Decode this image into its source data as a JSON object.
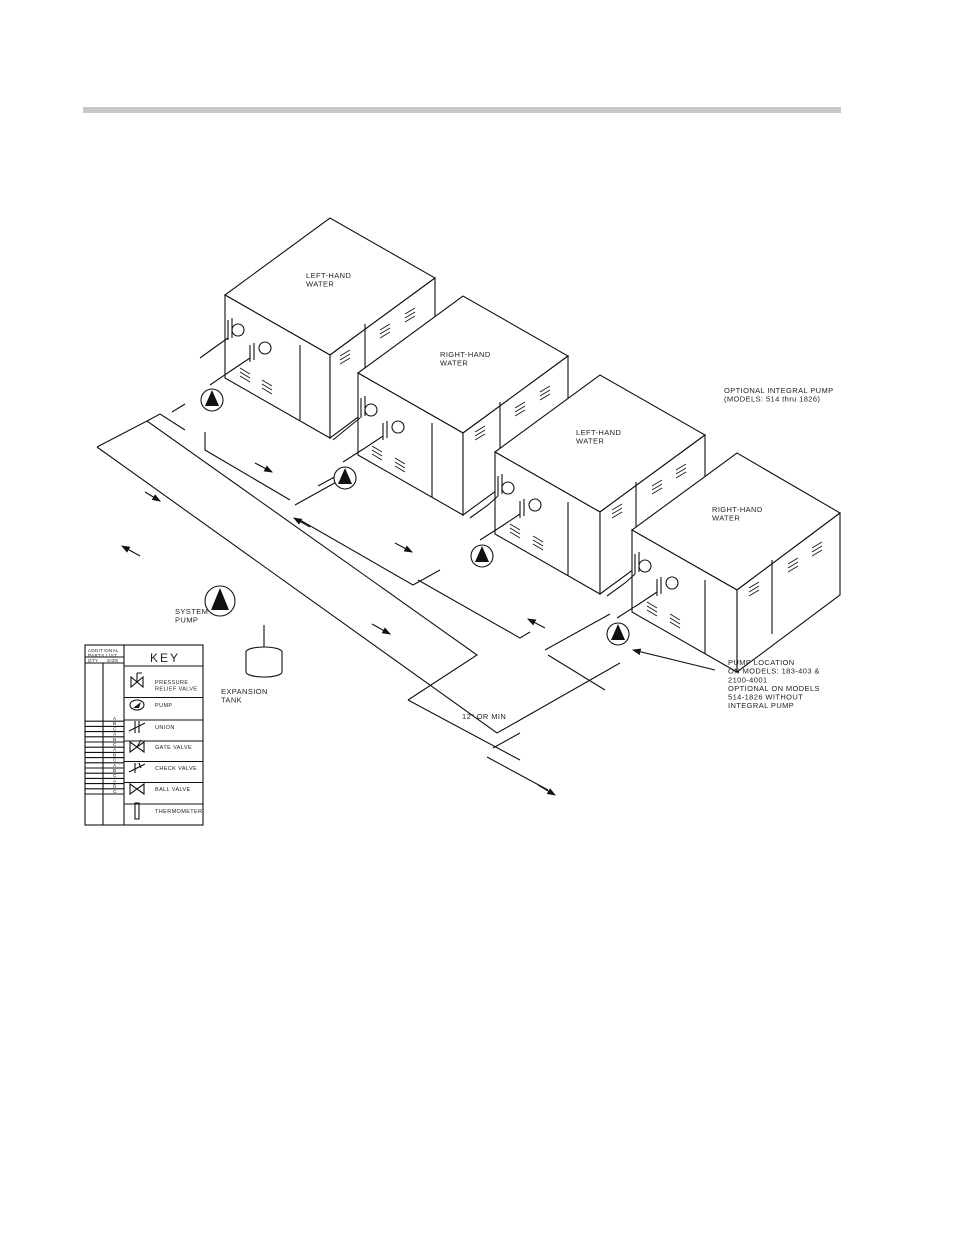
{
  "boilers": [
    {
      "label": "LEFT-HAND\nWATER"
    },
    {
      "label": "RIGHT-HAND\nWATER"
    },
    {
      "label": "LEFT-HAND\nWATER"
    },
    {
      "label": "RIGHT-HAND\nWATER"
    }
  ],
  "notes": {
    "integral_pump": "OPTIONAL INTEGRAL PUMP\n(MODELS: 514 thru 1826)",
    "system_pump": "SYSTEM\nPUMP",
    "expansion_tank": "EXPANSION\nTANK",
    "spacing": "12\" OR MIN",
    "pump_location": "PUMP LOCATION\nON MODELS: 183-403 &\n2100-4001\nOPTIONAL ON MODELS\n514-1826 WITHOUT\nINTEGRAL PUMP"
  },
  "key": {
    "parts_header": "ADDITIONAL\nPARTS LIST",
    "qty": "QTY",
    "size": "SIZE",
    "title": "KEY",
    "items": [
      {
        "icon": "pressure-relief-valve-icon",
        "label": "PRESSURE\nRELIEF VALVE"
      },
      {
        "icon": "pump-icon",
        "label": "PUMP"
      },
      {
        "icon": "union-icon",
        "label": "UNION"
      },
      {
        "icon": "gate-valve-icon",
        "label": "GATE VALVE"
      },
      {
        "icon": "check-valve-icon",
        "label": "CHECK VALVE"
      },
      {
        "icon": "ball-valve-icon",
        "label": "BALL VALVE"
      },
      {
        "icon": "thermometer-icon",
        "label": "THERMOMETER"
      }
    ],
    "size_letters": [
      "A",
      "B",
      "C",
      "A",
      "B",
      "C",
      "A",
      "B",
      "C",
      "A",
      "B",
      "C",
      "A",
      "B",
      "C"
    ]
  }
}
